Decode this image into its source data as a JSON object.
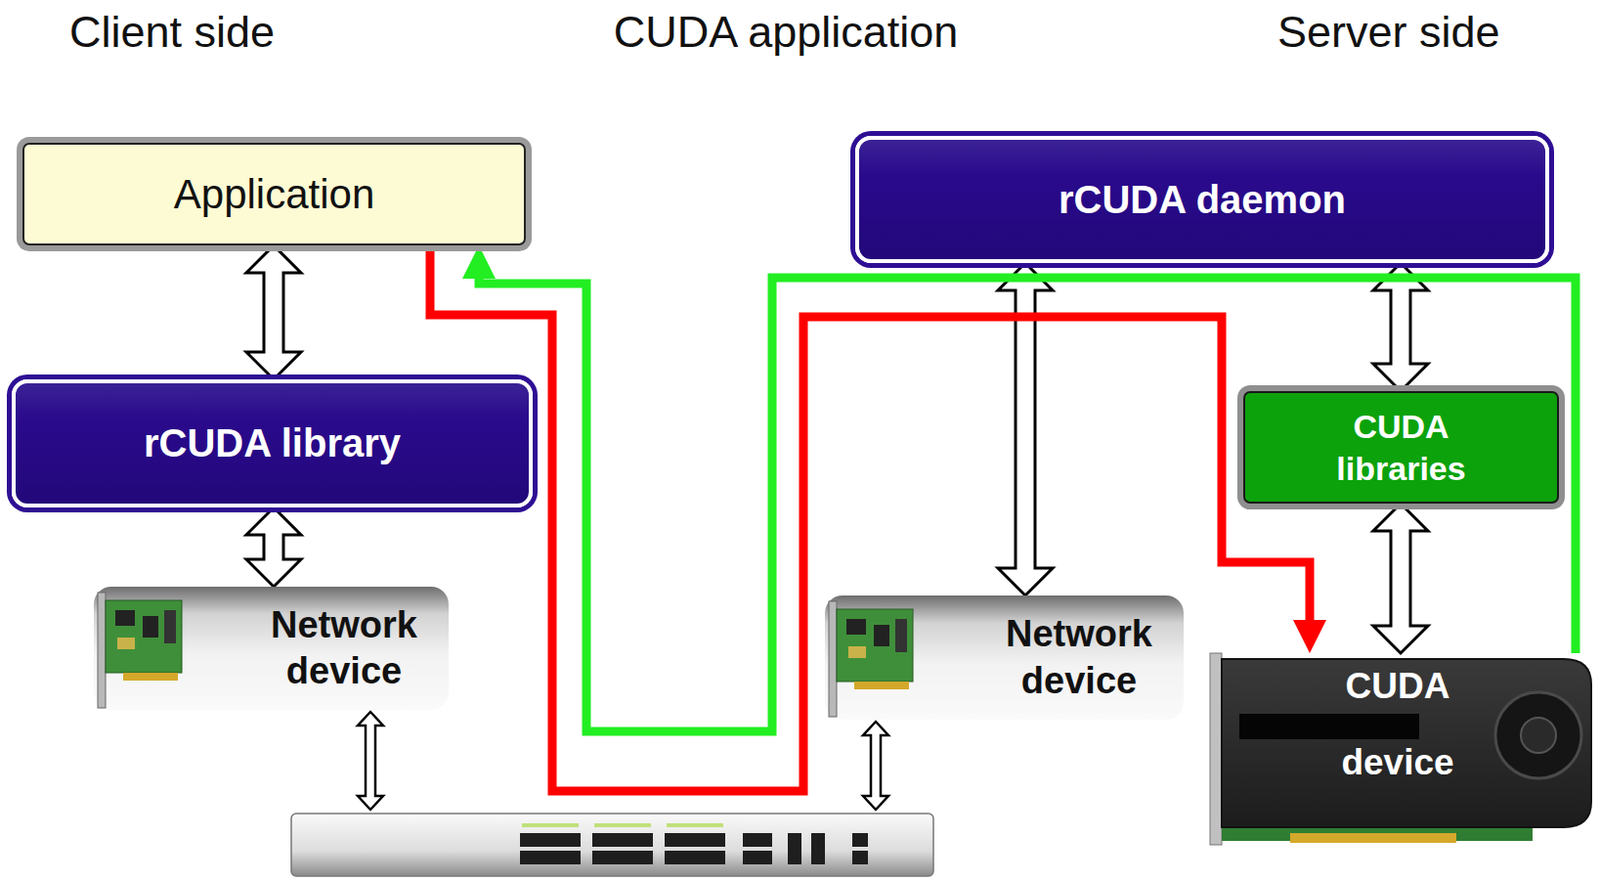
{
  "diagram": {
    "nodes": [
      {
        "text": [
          "Application"
        ]
      },
      {
        "text": [
          "rCUDA library"
        ]
      },
      {
        "text": [
          "Network device"
        ]
      },
      {
        "text": [
          "rCUDA daemon"
        ]
      },
      {
        "text": [
          "Network device"
        ]
      },
      {
        "text": [
          "CUDA libraries"
        ]
      },
      {
        "text": [
          "CUDA device"
        ]
      }
    ],
    "edges": [
      {
        "from": 0,
        "to": 1,
        "arrow": "both"
      },
      {
        "from": 1,
        "to": 2,
        "arrow": "both"
      },
      {
        "from": 3,
        "to": 4,
        "arrow": "both"
      },
      {
        "from": 3,
        "to": 5,
        "arrow": "both"
      },
      {
        "from": 5,
        "to": 6,
        "arrow": "both"
      },
      {
        "from": 0,
        "to": 6,
        "arrow": "to"
      },
      {
        "from": 6,
        "to": 0,
        "arrow": "to"
      }
    ],
    "labels": [
      "Client side",
      "CUDA application",
      "Server side"
    ]
  }
}
